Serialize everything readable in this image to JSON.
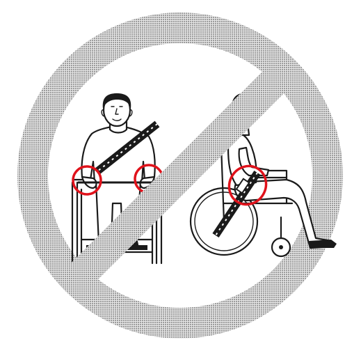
{
  "figure": {
    "prohibition_sign_color": "#9a9a9a",
    "highlight_color": "#e0121b",
    "belt_color": "#1a1a1a",
    "panels": [
      {
        "view": "front",
        "highlight_count": 2
      },
      {
        "view": "side",
        "highlight_count": 1
      }
    ]
  }
}
